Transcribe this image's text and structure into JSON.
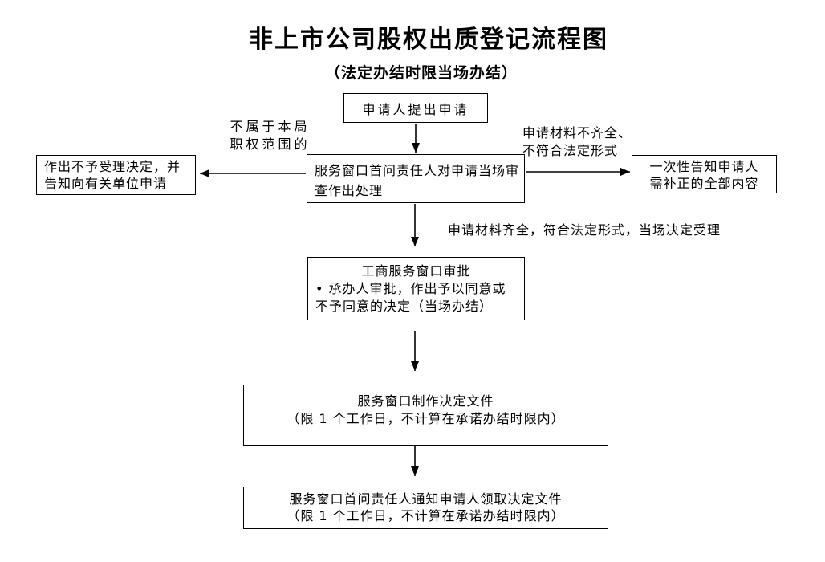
{
  "page": {
    "title": "非上市公司股权出质登记流程图",
    "subtitle": "（法定办结时限当场办结）"
  },
  "flowchart": {
    "nodes": {
      "apply": {
        "label": "申请人提出申请"
      },
      "review": {
        "lines": [
          "服务窗口首问责任人对申请当场审",
          "查作出处理"
        ]
      },
      "reject": {
        "lines": [
          "作出不予受理决定，并",
          "告知向有关单位申请"
        ]
      },
      "notify": {
        "lines": [
          "一次性告知申请人",
          "需补正的全部内容"
        ]
      },
      "approval": {
        "title": "工商服务窗口审批",
        "lines": [
          "• 承办人审批，作出予以同意或",
          "不予同意的决定（当场办结）"
        ]
      },
      "document": {
        "lines": [
          "服务窗口制作决定文件",
          "（限 1 个工作日，不计算在承诺办结时限内）"
        ]
      },
      "collect": {
        "lines": [
          "服务窗口首问责任人通知申请人领取决定文件",
          "（限 1 个工作日，不计算在承诺办结时限内）"
        ]
      }
    },
    "labels": {
      "out_of_scope": {
        "lines": [
          "不属于本局",
          "职权范围的"
        ]
      },
      "incomplete": {
        "lines": [
          "申请材料不齐全、",
          "不符合法定形式"
        ]
      },
      "accepted": {
        "text": "申请材料齐全，符合法定形式，当场决定受理"
      }
    },
    "colors": {
      "line": "#000000",
      "text": "#000000",
      "background": "#ffffff"
    }
  }
}
